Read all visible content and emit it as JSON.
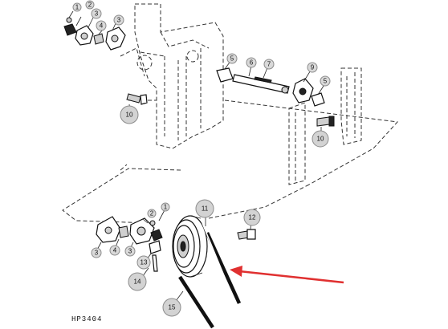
{
  "figure_code": "HP3404",
  "callouts": {
    "c1a": "1",
    "c2a": "2",
    "c3a": "3",
    "c3b": "3",
    "c4": "4",
    "c5a": "5",
    "c5b": "5",
    "c6": "6",
    "c7": "7",
    "c9": "9",
    "c10a": "10",
    "c10b": "10",
    "c11": "11",
    "c12": "12",
    "c1b": "1",
    "c2b": "2",
    "c3c": "3",
    "c4b": "4",
    "c3d": "3",
    "c13": "13",
    "c14": "14",
    "c15": "15"
  },
  "colors": {
    "callout_fill": "#d9d9d9",
    "arrow": "#e03030",
    "line": "#111111"
  },
  "icons": {
    "pointer": "red-arrow-icon"
  }
}
